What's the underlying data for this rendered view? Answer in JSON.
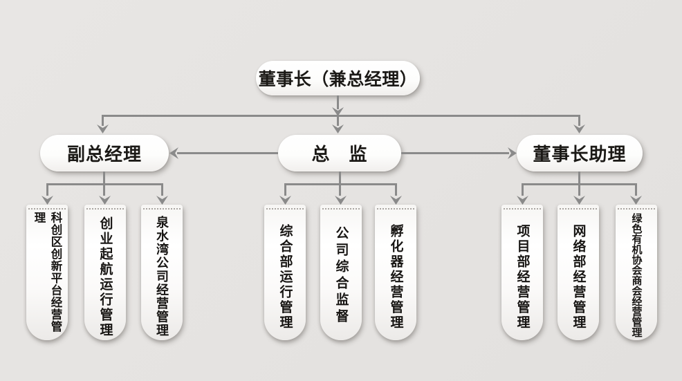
{
  "title_node": {
    "label": "董事长（兼总经理）"
  },
  "level2": {
    "deputy_gm": "副总经理",
    "director": "总　监",
    "assistant": "董事长助理"
  },
  "departments": {
    "deputy_gm": [
      "科创区创新平台经营管理",
      "创业起航运行管理",
      "泉水湾公司经营管理"
    ],
    "director": [
      "综合部运行管理",
      "公司综合监督",
      "孵化器经营管理"
    ],
    "assistant": [
      "项目部经营管理",
      "网络部经营管理",
      "绿色有机协会商会经营管理"
    ]
  },
  "colors": {
    "background": "#e6e4e2",
    "connector": "#8a8a8a",
    "node_fill": "#ffffff",
    "node_text": "#1b1916",
    "perforation": "#a9a5a1"
  }
}
